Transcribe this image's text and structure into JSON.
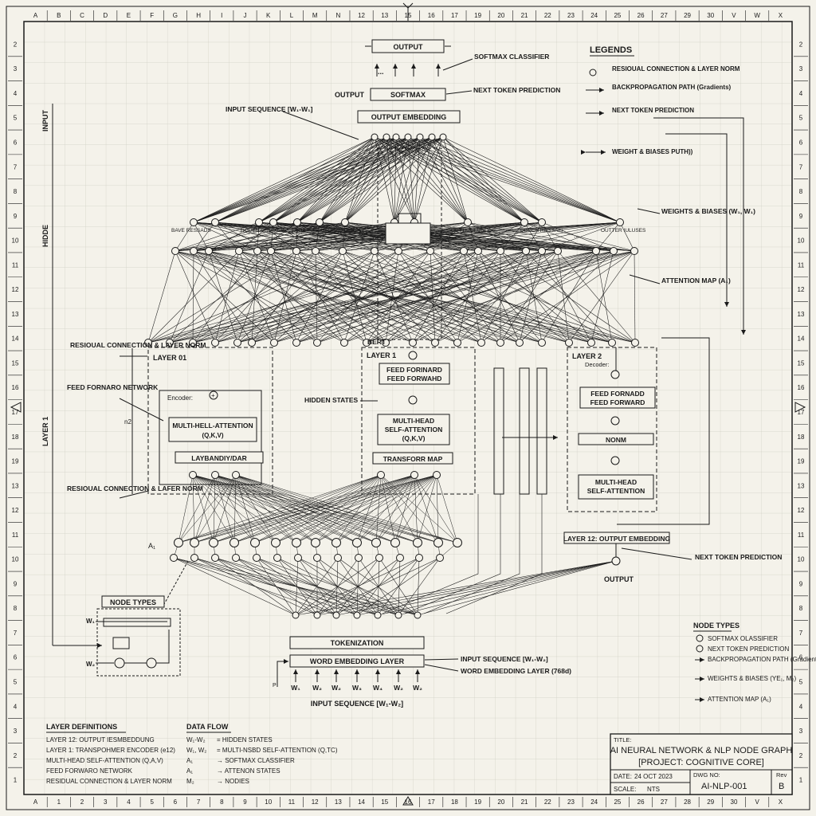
{
  "border": {
    "top_labels": [
      "A",
      "B",
      "C",
      "D",
      "E",
      "F",
      "G",
      "H",
      "I",
      "J",
      "K",
      "L",
      "M",
      "N",
      "12",
      "13",
      "15",
      "16",
      "17",
      "19",
      "20",
      "21",
      "22",
      "23",
      "24",
      "25",
      "26",
      "27",
      "29",
      "30",
      "V",
      "W",
      "X"
    ],
    "bottom_labels": [
      "A",
      "1",
      "2",
      "3",
      "4",
      "5",
      "6",
      "7",
      "8",
      "9",
      "10",
      "11",
      "12",
      "13",
      "14",
      "15",
      "16",
      "17",
      "18",
      "19",
      "20",
      "21",
      "22",
      "23",
      "24",
      "25",
      "26",
      "27",
      "28",
      "29",
      "30",
      "V",
      "X"
    ],
    "left_labels": [
      "2",
      "3",
      "4",
      "5",
      "6",
      "7",
      "8",
      "9",
      "10",
      "11",
      "12",
      "13",
      "14",
      "15",
      "16",
      "17",
      "18",
      "19",
      "13",
      "12",
      "11",
      "10",
      "9",
      "8",
      "7",
      "6",
      "5",
      "4",
      "3",
      "2",
      "1"
    ],
    "right_labels": [
      "2",
      "3",
      "4",
      "5",
      "6",
      "7",
      "8",
      "9",
      "10",
      "11",
      "12",
      "13",
      "14",
      "15",
      "16",
      "17",
      "18",
      "19",
      "13",
      "12",
      "11",
      "10",
      "9",
      "8",
      "7",
      "6",
      "5",
      "4",
      "3",
      "2",
      "1"
    ]
  },
  "legend": {
    "title": "LEGENDS",
    "items": [
      "RESIOUAL CONNECTION & LAYER NORM",
      "BACKPROPAGATION PATH (Gradients)",
      "NEXT TOKEN PREDICTION",
      "WEIGHT & BIASES PUTH))"
    ]
  },
  "top": {
    "output_title": "OUTPUT",
    "softmax_classifier": "SOFTMAX CLASSIFIER",
    "output_label": "OUTPUT",
    "softmax": "SOFTMAX",
    "next_token": "NEXT TOKEN PREDICTION",
    "input_sequence": "INPUT SEQUENCE [W₁-W₁]",
    "output_embedding": "OUTPUT EMBEDDING",
    "ellipsis": "..."
  },
  "side_labels": {
    "left_input": "INPUT",
    "left_mid": "HIDDE",
    "left_layer": "LAYER 1",
    "weights_biases": "WEIGHTS & BIASES (W₁, W₁)",
    "attention_map": "ATTENTION MAP (A₁)",
    "resid_top": "RESIOUAL CONNECTION & LAYER NORM",
    "feed_forward_net": "FEED FORNARO NETWORK",
    "resid_bottom": "RESIOUAL CONNECTION & LAFER NORM",
    "hidden_states": "HIDDEN STATES",
    "n2": "n2",
    "ai": "A₁",
    "bert": "BERT"
  },
  "hidden_row_labels": [
    "BAVE RESSADS",
    "HODEN DRDDIES",
    "LATU",
    "TRIUTORAD DERODE",
    "OUTTER EUNUDS",
    "DDDEN RDSSAIS",
    "OUTTER IULUSES"
  ],
  "layers": {
    "layer01": {
      "title": "LAYER 01",
      "encoder": "Encoder:",
      "mha": "MULTI-HELL-ATTENTION",
      "mha2": "(Q,K,V)",
      "norm": "LAYBANDIY/DAR"
    },
    "layer1": {
      "title": "LAYER 1",
      "ff1": "FEED FORINARD",
      "ff2": "FEED FORWAHD",
      "mha1": "MULTI-HEAD",
      "mha2": "SELF-ATTENTION",
      "mha3": "(Q,K,V)",
      "map": "TRANSFORR MAP"
    },
    "layer2": {
      "title": "LAYER 2",
      "decoder": "Decoder:",
      "ff1": "FEED FORNADD",
      "ff2": "FEED FORWARD",
      "norm": "NONM",
      "mha1": "MULTI-HEAD",
      "mha2": "SELF-ATTENTION"
    },
    "layer12": "LAYER 12: OUTPUT EMBEDDING"
  },
  "bottom": {
    "next_token": "NEXT TOKEN PREDICTION",
    "output": "OUTPUT",
    "tokenization": "TOKENIZATION",
    "word_embedding": "WORD EMBEDDING LAYER",
    "input_seq_right": "INPUT SEQUENCE [W₁-W₂]",
    "word_embedding_right": "WORD EMBEDDING LAYER (768d)",
    "input_seq_bottom": "INPUT SEQUENCE [W₁-W₂]",
    "p": "P",
    "tokens": [
      "W₁",
      "W₂",
      "W₂",
      "W₃",
      "W₄",
      "W₂",
      "W₂"
    ]
  },
  "node_types_box": {
    "title": "NODE TYPES",
    "w1": "W₁",
    "w2": "W₂"
  },
  "node_types_legend": {
    "title": "NODE TYPES",
    "items": [
      "SOFTMAX OLASSIFIER",
      "NEXT TOKEN PREDICTION",
      "BACKPROPAGATION PATH (Gradients)",
      "WEIGHTS & BIASES (YE₁, M₂)",
      "ATTENTION MAP (A₁)"
    ]
  },
  "layer_definitions": {
    "title": "LAYER DEFINITIONS",
    "items": [
      "LAYER 12: OUTPUT IESMBEDDUNG",
      "LAYER 1: TRANSPOHMER ENCODER (e12)",
      "MULTI-HEAD SELF-ATTENTION (Q,A,V)",
      "FEED FORWARO NETWORK",
      "RESIDUAL CONNECTION & LAYER NORM"
    ]
  },
  "data_flow": {
    "title": "DATA FLOW",
    "items": [
      {
        "k": "W₁-W₂",
        "v": "= HIDDEN STATES"
      },
      {
        "k": "W₁, W₂",
        "v": "= MULTI-NSBD SELF-ATTENTION (Q,TC)"
      },
      {
        "k": "A₁",
        "v": "→ SOFTMAX CLASSIFIER"
      },
      {
        "k": "A₁",
        "v": "→ ATTENON STATES"
      },
      {
        "k": "M₂",
        "v": "→ NODIES"
      }
    ]
  },
  "title_block": {
    "title_label": "TITLE:",
    "title1": "AI NEURAL NETWORK & NLP NODE GRAPH",
    "title2": "[PROJECT: COGNITIVE CORE]",
    "date_label": "DATE:",
    "date": "24 OCT 2023",
    "dwg_label": "DWG NO:",
    "dwg": "AI-NLP-001",
    "rev_label": "Rev",
    "rev": "B",
    "scale_label": "SCALE:",
    "scale": "NTS"
  }
}
